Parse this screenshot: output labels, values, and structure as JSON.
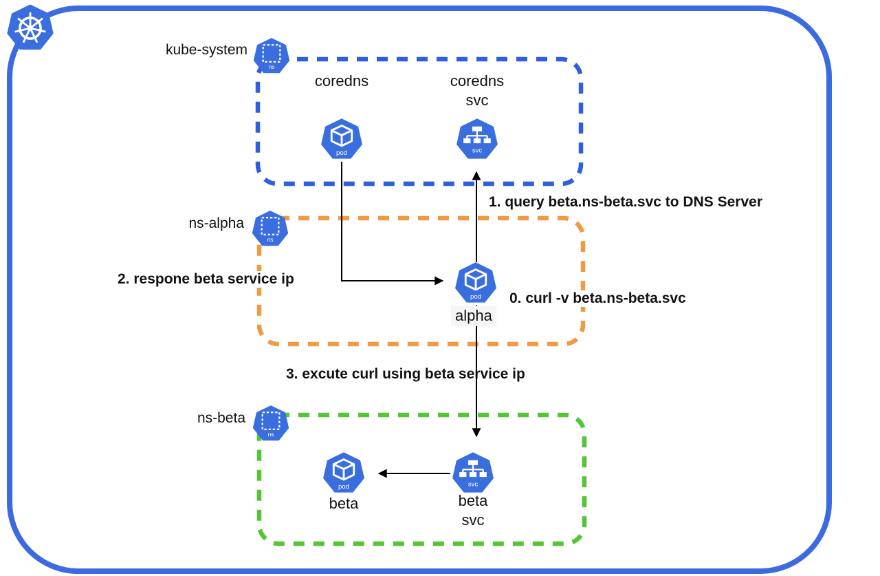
{
  "cluster": {
    "platform": "kubernetes",
    "logo": "kubernetes-helm-wheel"
  },
  "colors": {
    "outer_border": "#3c6ae0",
    "icon_blue": "#3a6ede",
    "namespace_kube_system": "#2f5fdd",
    "namespace_ns_alpha": "#ef9a45",
    "namespace_ns_beta": "#54c534",
    "arrow": "#000000",
    "text": "#111111"
  },
  "badges": {
    "pod": "pod",
    "svc": "svc",
    "ns": "ns"
  },
  "namespaces": {
    "kube_system": {
      "label": "kube-system"
    },
    "ns_alpha": {
      "label": "ns-alpha"
    },
    "ns_beta": {
      "label": "ns-beta"
    }
  },
  "nodes": {
    "coredns_pod": {
      "label": "coredns",
      "type": "pod"
    },
    "coredns_svc": {
      "label": "coredns",
      "sublabel": "svc",
      "type": "svc"
    },
    "alpha_pod": {
      "label": "alpha",
      "type": "pod"
    },
    "beta_pod": {
      "label": "beta",
      "type": "pod"
    },
    "beta_svc": {
      "label": "beta",
      "sublabel": "svc",
      "type": "svc"
    }
  },
  "steps": {
    "step0": "0. curl -v beta.ns-beta.svc",
    "step1": "1. query beta.ns-beta.svc to DNS Server",
    "step2": "2. respone beta service ip",
    "step3": "3. excute curl using beta service ip"
  }
}
